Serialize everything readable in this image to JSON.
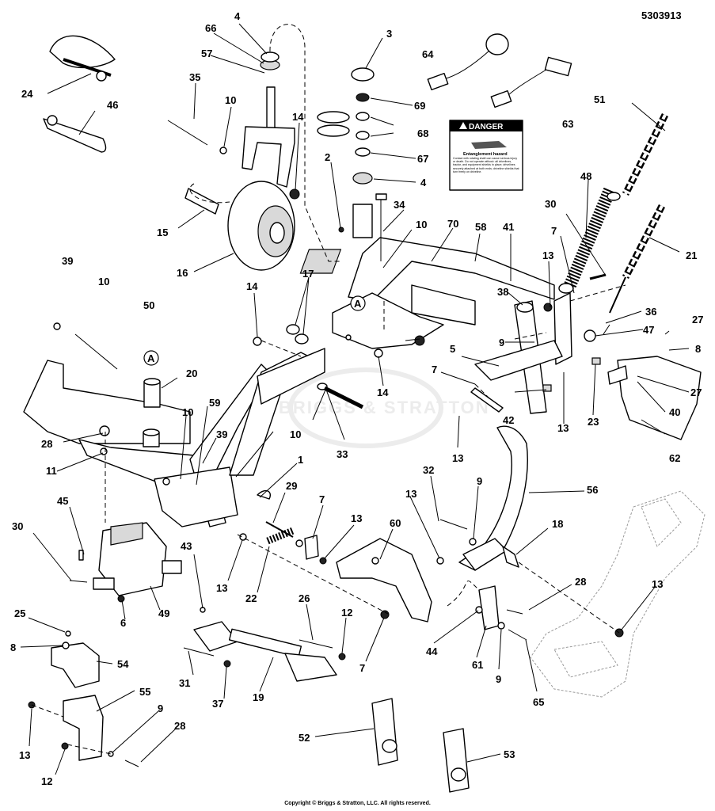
{
  "doc_number": "5303913",
  "copyright": "Copyright © Briggs & Stratton, LLC. All rights reserved.",
  "watermark": "BRIGGS & STRATTON",
  "danger_decal": {
    "header": "DANGER",
    "title": "Entanglement hazard",
    "body": "Contact with rotating shaft can cause serious injury or death. Do not operate without: all drivelines, tractor, and equipment shields in place; drivelines securely attached at both ends; driveline shields that turn freely on driveline."
  },
  "callout_A": "A",
  "labels": [
    "1",
    "2",
    "3",
    "4",
    "5",
    "6",
    "7",
    "8",
    "9",
    "10",
    "11",
    "12",
    "13",
    "14",
    "15",
    "16",
    "17",
    "18",
    "19",
    "20",
    "21",
    "22",
    "23",
    "24",
    "25",
    "26",
    "27",
    "28",
    "29",
    "30",
    "31",
    "32",
    "33",
    "34",
    "35",
    "36",
    "37",
    "38",
    "39",
    "40",
    "41",
    "42",
    "43",
    "44",
    "45",
    "46",
    "47",
    "48",
    "49",
    "50",
    "51",
    "52",
    "53",
    "54",
    "55",
    "56",
    "57",
    "58",
    "59",
    "60",
    "61",
    "62",
    "63",
    "64",
    "65",
    "66",
    "67",
    "68",
    "69",
    "70"
  ]
}
